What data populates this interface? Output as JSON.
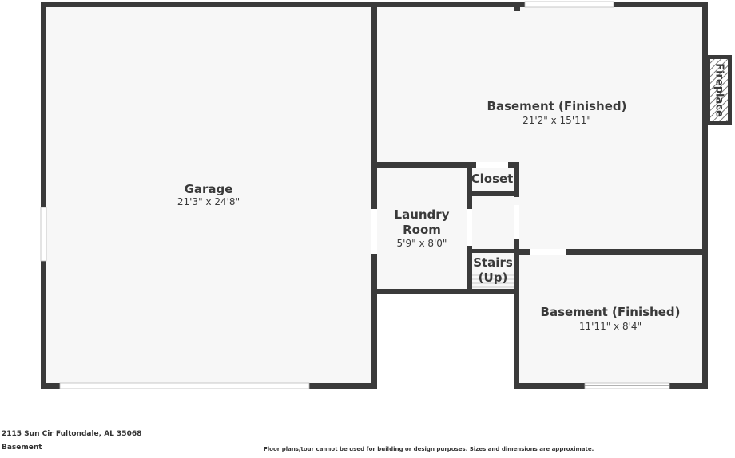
{
  "rooms": {
    "garage": {
      "name": "Garage",
      "dims": "21'3\" x 24'8\""
    },
    "basement_large": {
      "name": "Basement (Finished)",
      "dims": "21'2\" x 15'11\""
    },
    "laundry": {
      "name_line1": "Laundry",
      "name_line2": "Room",
      "dims": "5'9\" x 8'0\""
    },
    "closet": {
      "name": "Closet"
    },
    "stairs": {
      "name_line1": "Stairs",
      "name_line2": "(Up)"
    },
    "basement_small": {
      "name": "Basement (Finished)",
      "dims": "11'11\" x 8'4\""
    },
    "fireplace": {
      "name": "Fireplace"
    }
  },
  "footer": {
    "address": "2115 Sun Cir Fultondale, AL 35068",
    "floor": "Basement",
    "disclaimer": "Floor plans/tour cannot be used for building or design purposes. Sizes and dimensions are approximate."
  },
  "colors": {
    "wall": "#3a3a3a",
    "floor": "#f7f7f7",
    "window": "#ffffff"
  }
}
